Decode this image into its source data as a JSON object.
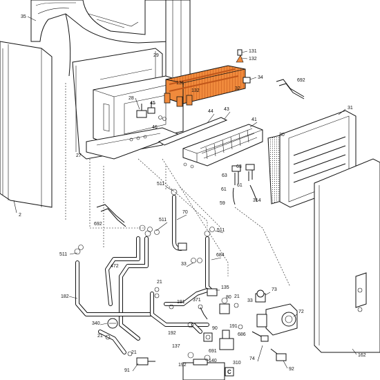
{
  "colors": {
    "highlight": "#f08a3c",
    "highlight_dark": "#c0561a",
    "line": "#111111",
    "background": "#ffffff"
  },
  "part_labels": {
    "p35": "35",
    "p29": "29",
    "p131a": "131",
    "p132a": "132",
    "p131b": "131",
    "p132b": "132",
    "p34": "34",
    "p32": "32",
    "p692a": "692",
    "p31": "31",
    "p28": "28",
    "p45": "45",
    "p46": "46",
    "p44": "44",
    "p43": "43",
    "p41": "41",
    "p30": "30",
    "p27": "27",
    "p63a": "63",
    "p63b": "63",
    "p61a": "61",
    "p61b": "61",
    "p59": "59",
    "p314": "314",
    "p2": "2",
    "p511a": "511",
    "p70": "70",
    "p692b": "692",
    "p511b": "511",
    "p511c": "511",
    "p511d": "511",
    "p684": "684",
    "p33a": "33",
    "p472": "472",
    "p182": "182",
    "p21a": "21",
    "p135": "135",
    "p73": "73",
    "p371": "371",
    "p80": "80",
    "p21b": "21",
    "p191a": "191",
    "p33b": "33",
    "p72": "72",
    "p340": "340",
    "p192a": "192",
    "p90": "90",
    "p191b": "191",
    "p21c": "21",
    "p137": "137",
    "p686": "686",
    "p21d": "21",
    "p691": "691",
    "p74": "74",
    "p91": "91",
    "p192b": "192",
    "p140": "140",
    "p310": "310",
    "p92": "92",
    "p162": "162"
  },
  "section_box": "C"
}
